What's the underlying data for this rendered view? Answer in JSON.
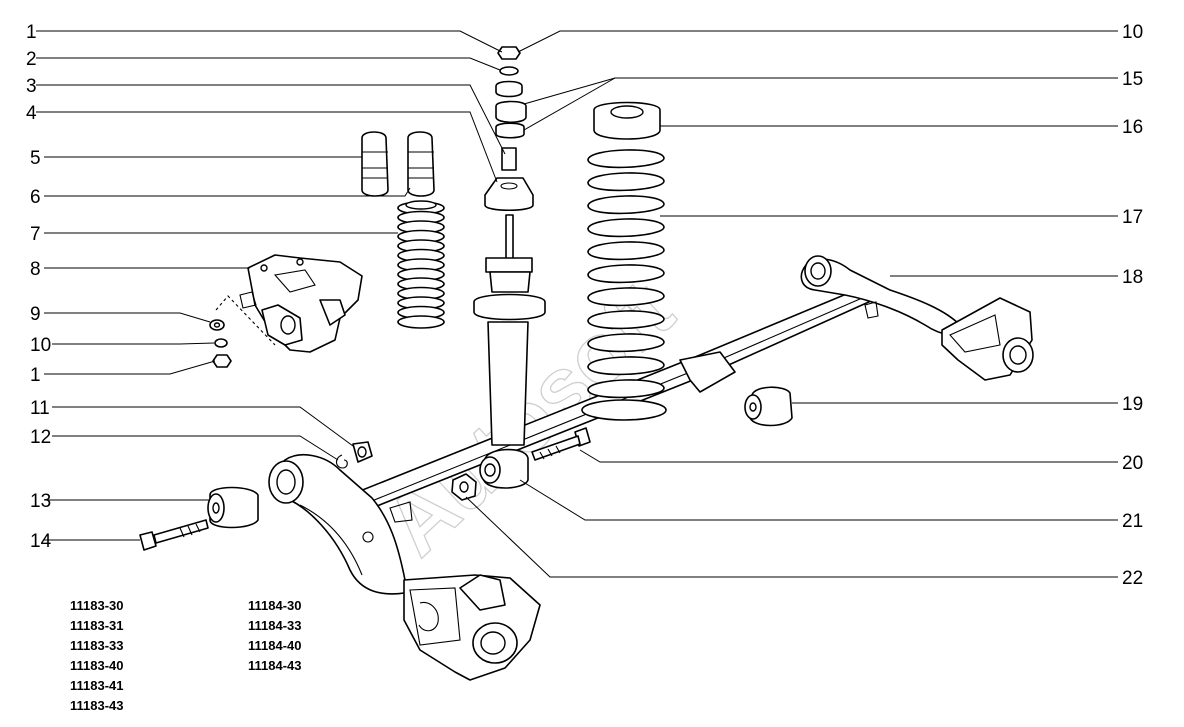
{
  "watermark": "Autosoft",
  "callouts": [
    {
      "id": "c1a",
      "label": "1"
    },
    {
      "id": "c2",
      "label": "2"
    },
    {
      "id": "c3",
      "label": "3"
    },
    {
      "id": "c4",
      "label": "4"
    },
    {
      "id": "c5",
      "label": "5"
    },
    {
      "id": "c6",
      "label": "6"
    },
    {
      "id": "c7",
      "label": "7"
    },
    {
      "id": "c8",
      "label": "8"
    },
    {
      "id": "c9",
      "label": "9"
    },
    {
      "id": "c10b",
      "label": "10"
    },
    {
      "id": "c1b",
      "label": "1"
    },
    {
      "id": "c11",
      "label": "11"
    },
    {
      "id": "c12",
      "label": "12"
    },
    {
      "id": "c13",
      "label": "13"
    },
    {
      "id": "c14",
      "label": "14"
    },
    {
      "id": "c10",
      "label": "10"
    },
    {
      "id": "c15",
      "label": "15"
    },
    {
      "id": "c16",
      "label": "16"
    },
    {
      "id": "c17",
      "label": "17"
    },
    {
      "id": "c18",
      "label": "18"
    },
    {
      "id": "c19",
      "label": "19"
    },
    {
      "id": "c20",
      "label": "20"
    },
    {
      "id": "c21",
      "label": "21"
    },
    {
      "id": "c22",
      "label": "22"
    }
  ],
  "model_codes": {
    "col1": [
      "11183-30",
      "11183-31",
      "11183-33",
      "11183-40",
      "11183-41",
      "11183-43"
    ],
    "col2": [
      "11184-30",
      "11184-33",
      "11184-40",
      "11184-43"
    ]
  }
}
